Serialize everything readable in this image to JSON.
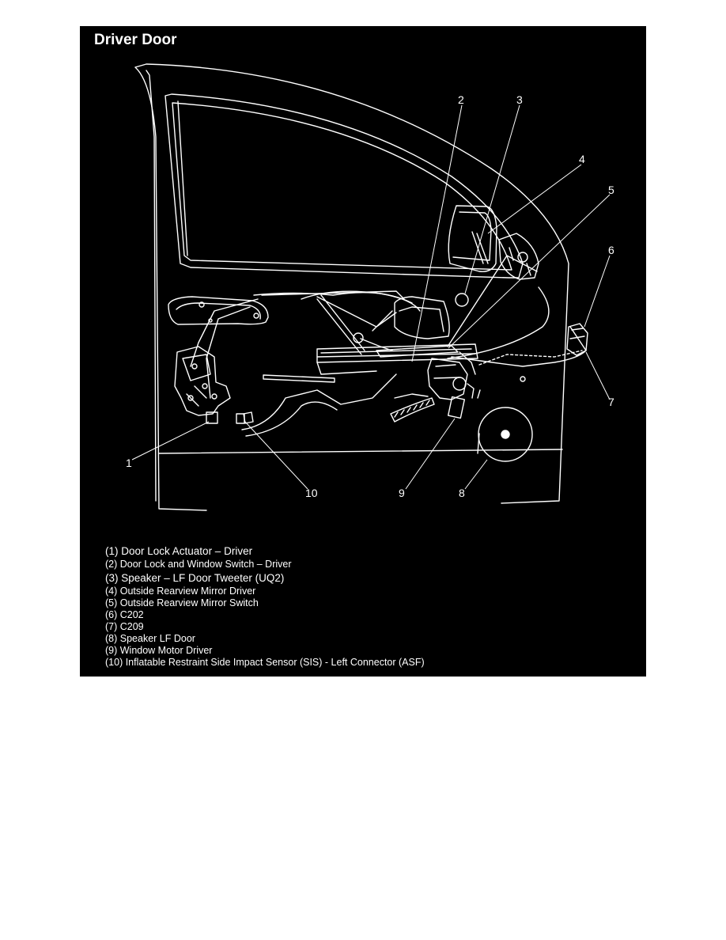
{
  "title": "Driver Door",
  "callouts": [
    "1",
    "2",
    "3",
    "4",
    "5",
    "6",
    "7",
    "8",
    "9",
    "10"
  ],
  "legend": [
    "(1) Door Lock Actuator – Driver",
    "(2) Door Lock and Window Switch – Driver",
    "(3) Speaker – LF Door Tweeter (UQ2)",
    "(4) Outside Rearview Mirror  Driver",
    "(5) Outside Rearview Mirror Switch",
    "(6) C202",
    "(7) C209",
    "(8) Speaker  LF Door",
    "(9) Window Motor  Driver",
    "(10) Inflatable Restraint Side Impact Sensor (SIS) - Left Connector (ASF)"
  ],
  "colors": {
    "background": "#000000",
    "linework": "#ffffff",
    "page": "#ffffff"
  }
}
